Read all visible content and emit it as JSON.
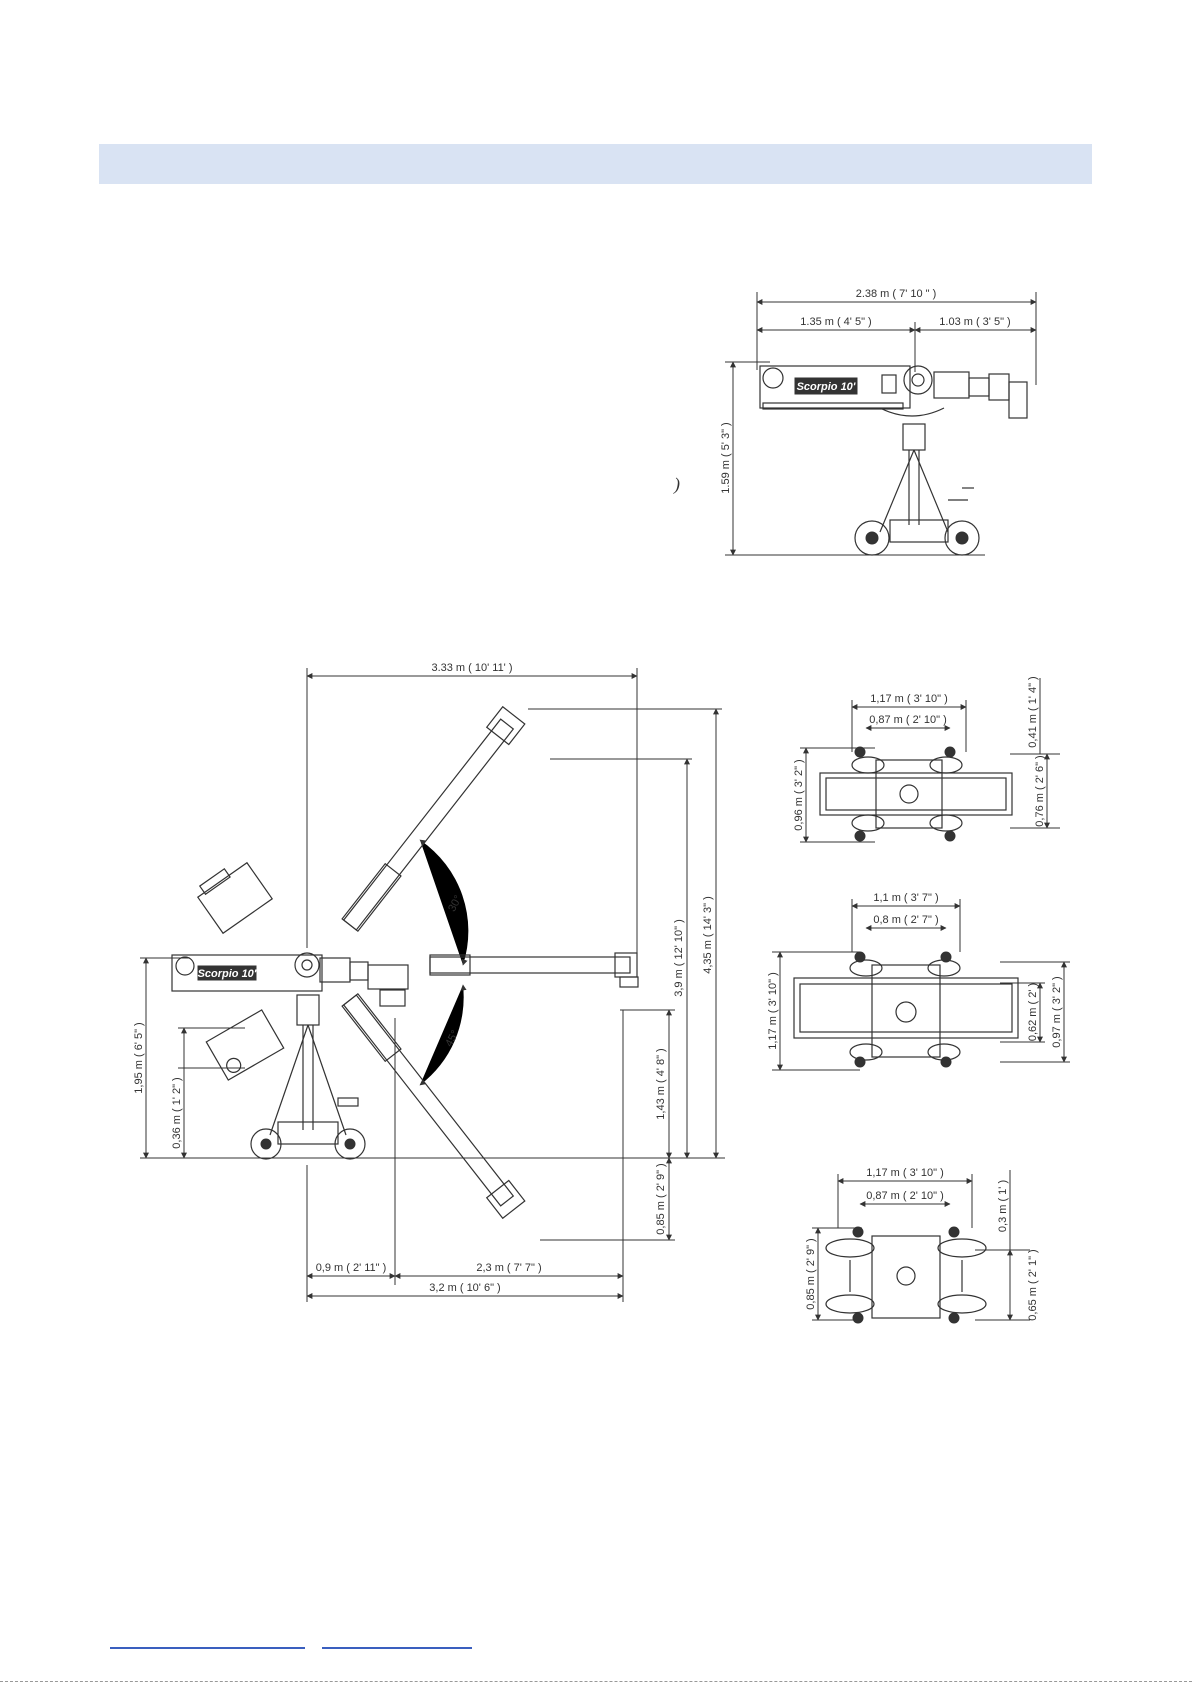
{
  "side_view": {
    "overall_length": "2.38 m ( 7' 10 \" )",
    "rear_length": "1.35 m ( 4' 5\" )",
    "front_length": "1.03 m ( 3' 5\" )",
    "height": "1.59 m ( 5' 3\" )",
    "logo_text": "Scorpio 10'"
  },
  "reach_view": {
    "horizontal_reach": "3.33 m ( 10' 11' )",
    "max_height": "4,35 m ( 14' 3\" )",
    "arm_height": "3,9 m ( 12' 10\" )",
    "base_height": "1,95 m ( 6' 5\" )",
    "lens_height": "1,43 m ( 4' 8\" )",
    "low_drop": "0,85 m ( 2' 9\" )",
    "head_offset": "0,36 m ( 1' 2\" )",
    "angle_up": "30°",
    "angle_down": "45°",
    "rear_offset": "0,9 m ( 2' 11\" )",
    "front_reach": "2,3 m ( 7' 7\" )",
    "base_to_tip": "3,2 m ( 10' 6\" )",
    "logo_text": "Scorpio 10'"
  },
  "base_views": [
    {
      "outer_width": "1,17 m ( 3' 10\" )",
      "inner_width": "0,87 m ( 2' 10\" )",
      "left_depth": "0,96 m ( 3' 2\" )",
      "right_depth": "0,76 m ( 2' 6\" )",
      "wheel_offset": "0,41 m ( 1' 4\" )"
    },
    {
      "outer_width": "1,1 m ( 3' 7\" )",
      "inner_width": "0,8 m ( 2' 7\" )",
      "left_depth": "1,17 m ( 3' 10\" )",
      "right_inner": "0,62 m ( 2' )",
      "right_outer": "0,97 m ( 3' 2\" )"
    },
    {
      "outer_width": "1,17 m ( 3' 10\" )",
      "inner_width": "0,87 m ( 2' 10\" )",
      "left_depth": "0,85 m ( 2' 9\" )",
      "right_depth": "0,65 m ( 2' 1\" )",
      "wheel_offset": "0,3 m ( 1' )"
    }
  ],
  "stray_mark": ")",
  "colors": {
    "band": "#d9e3f3",
    "ink": "#333333",
    "rule": "#3a5fbf"
  }
}
